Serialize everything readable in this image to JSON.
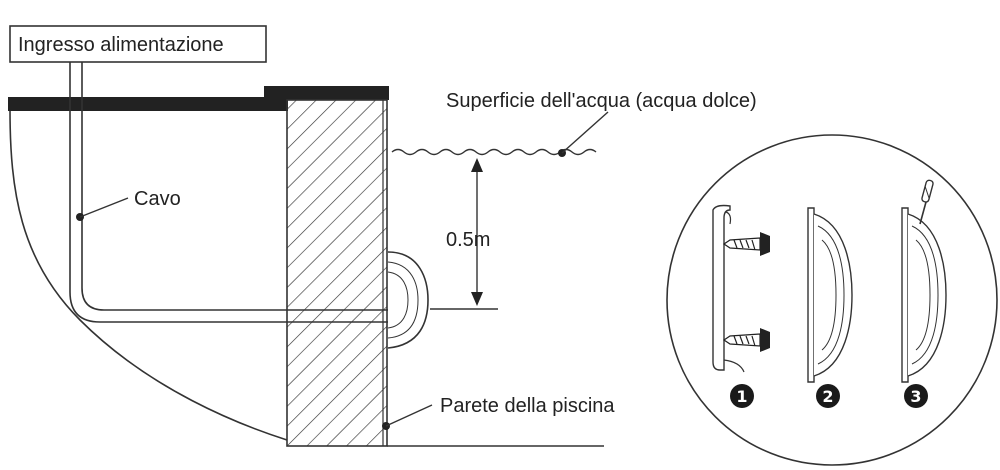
{
  "labels": {
    "power_inlet": "Ingresso alimentazione",
    "cable": "Cavo",
    "water_surface": "Superficie dell'acqua (acqua dolce)",
    "depth": "0.5m",
    "pool_wall": "Parete della piscina"
  },
  "steps": [
    "1",
    "2",
    "3"
  ]
}
